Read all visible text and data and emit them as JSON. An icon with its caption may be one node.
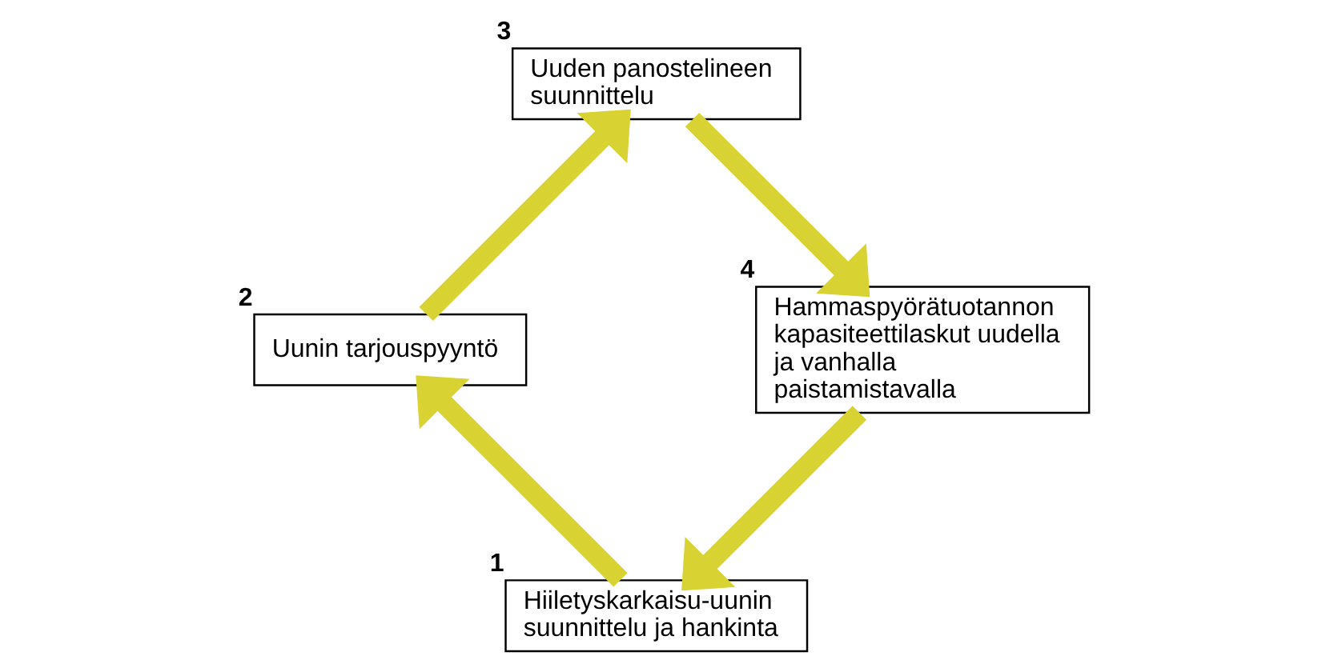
{
  "diagram": {
    "nodes": [
      {
        "text": [
          "Hiiletyskarkaisu-uunin suunnittelu ja hankinta"
        ],
        "beside": [
          "1"
        ]
      },
      {
        "text": [
          "Uunin tarjouspyyntö"
        ],
        "beside": [
          "2"
        ]
      },
      {
        "text": [
          "Uuden panostelineen suunnittelu"
        ],
        "beside": [
          "3"
        ]
      },
      {
        "text": [
          "Hammaspyörätuotannon kapasiteettilaskut uudella ja vanhalla paistamistavalla"
        ],
        "beside": [
          "4"
        ]
      }
    ],
    "edges": [
      {
        "from": 0,
        "to": 1,
        "arrow": "to"
      },
      {
        "from": 1,
        "to": 2,
        "arrow": "to"
      },
      {
        "from": 2,
        "to": 3,
        "arrow": "to"
      },
      {
        "from": 3,
        "to": 0,
        "arrow": "to"
      }
    ]
  }
}
